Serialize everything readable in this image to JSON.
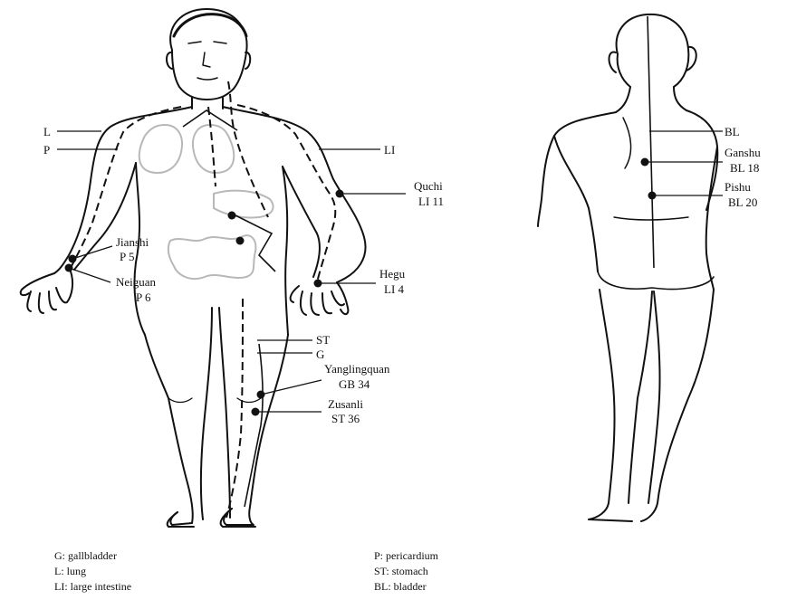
{
  "front_labels": {
    "L": "L",
    "P": "P",
    "LI": "LI",
    "quchi_name": "Quchi",
    "quchi_code": "LI 11",
    "jianshi_name": "Jianshi",
    "jianshi_code": "P 5",
    "neiguan_name": "Neiguan",
    "neiguan_code": "P 6",
    "hegu_name": "Hegu",
    "hegu_code": "LI 4",
    "ST": "ST",
    "G": "G",
    "yanglingquan_name": "Yanglingquan",
    "yanglingquan_code": "GB 34",
    "zusanli_name": "Zusanli",
    "zusanli_code": "ST 36"
  },
  "back_labels": {
    "BL": "BL",
    "ganshu_name": "Ganshu",
    "ganshu_code": "BL 18",
    "pishu_name": "Pishu",
    "pishu_code": "BL 20"
  },
  "legend": {
    "left": [
      "G: gallbladder",
      "L: lung",
      "LI: large intestine"
    ],
    "right": [
      "P: pericardium",
      "ST: stomach",
      "BL: bladder"
    ]
  }
}
